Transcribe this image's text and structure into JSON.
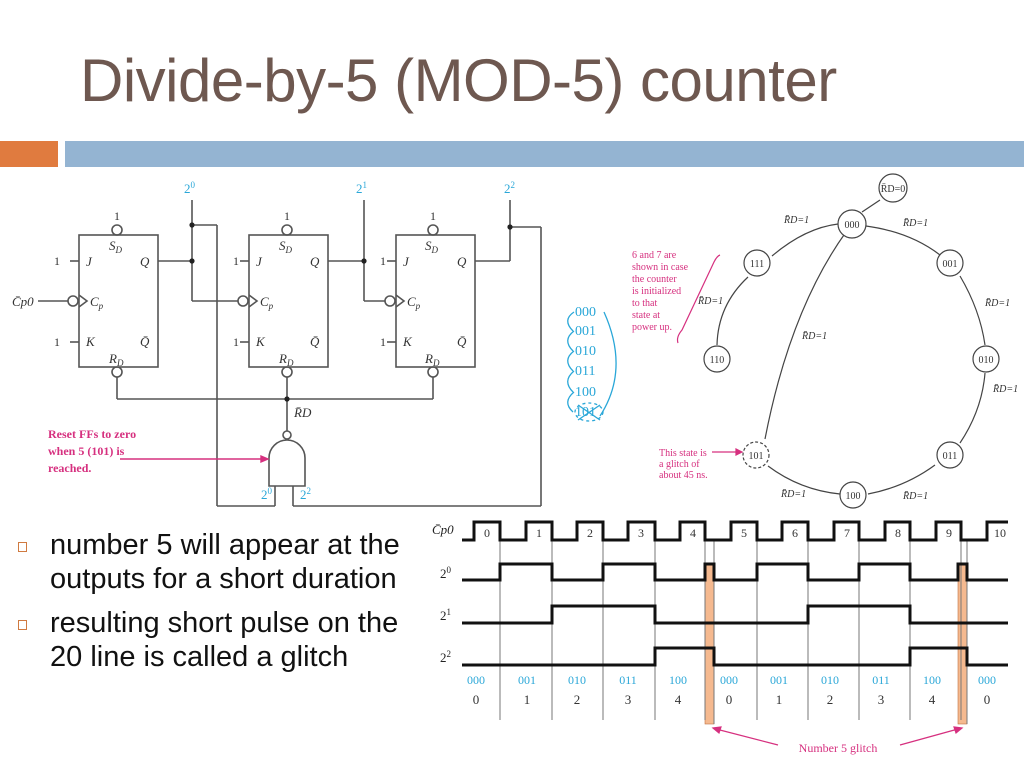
{
  "slide": {
    "title": "Divide-by-5 (MOD-5) counter",
    "colors": {
      "title": "#6e5850",
      "accent_orange": "#e07b3f",
      "accent_blue": "#94b4d2",
      "annotation": "#d6307f",
      "binary_label": "#2aa7d8",
      "glitch_fill": "#f5b98f"
    }
  },
  "circuit": {
    "output_labels": [
      "2^0",
      "2^1",
      "2^2"
    ],
    "flip_flops": [
      {
        "set_label": "S_D",
        "set_value": "1",
        "j": "J",
        "j_value": "1",
        "k": "K",
        "k_value": "1",
        "clock": "C_p",
        "q": "Q",
        "qbar": "Q̄",
        "reset": "R_D"
      },
      {
        "set_label": "S_D",
        "set_value": "1",
        "j": "J",
        "j_value": "1",
        "k": "K",
        "k_value": "1",
        "clock": "C_p",
        "q": "Q",
        "qbar": "Q̄",
        "reset": "R_D"
      },
      {
        "set_label": "S_D",
        "set_value": "1",
        "j": "J",
        "j_value": "1",
        "k": "K",
        "k_value": "1",
        "clock": "C_p",
        "q": "Q",
        "qbar": "Q̄",
        "reset": "R_D"
      }
    ],
    "clock_input": "C̄p0",
    "reset_line": "R̄D",
    "gate_inputs": [
      "2^0",
      "2^2"
    ],
    "annotation": [
      "Reset FFs to zero",
      "when 5 (101) is",
      "reached."
    ]
  },
  "sequence": {
    "states": [
      "000",
      "001",
      "010",
      "011",
      "100",
      "101"
    ]
  },
  "state_diagram": {
    "note": [
      "6 and 7 are",
      "shown in case",
      "the counter",
      "is initialized",
      "to that",
      "state at",
      "power up."
    ],
    "reset_node": "R̄D=0",
    "nodes": [
      "000",
      "001",
      "010",
      "011",
      "100",
      "101",
      "110",
      "111"
    ],
    "transition_label": "R̄D=1",
    "glitch_note": [
      "This state is",
      "a glitch of",
      "about 45 ns."
    ]
  },
  "timing": {
    "signals": [
      "C̄p0",
      "2^0",
      "2^1",
      "2^2"
    ],
    "clock_pulses": [
      "0",
      "1",
      "2",
      "3",
      "4",
      "5",
      "6",
      "7",
      "8",
      "9",
      "10"
    ],
    "binary_row": [
      "000",
      "001",
      "010",
      "011",
      "100",
      "000",
      "001",
      "010",
      "011",
      "100",
      "000"
    ],
    "decimal_row": [
      "0",
      "1",
      "2",
      "3",
      "4",
      "0",
      "1",
      "2",
      "3",
      "4",
      "0"
    ],
    "glitch_label": "Number 5 glitch"
  },
  "bullets": [
    "number 5 will appear at the outputs for a short duration",
    "resulting short pulse on the 20 line is called a glitch"
  ]
}
